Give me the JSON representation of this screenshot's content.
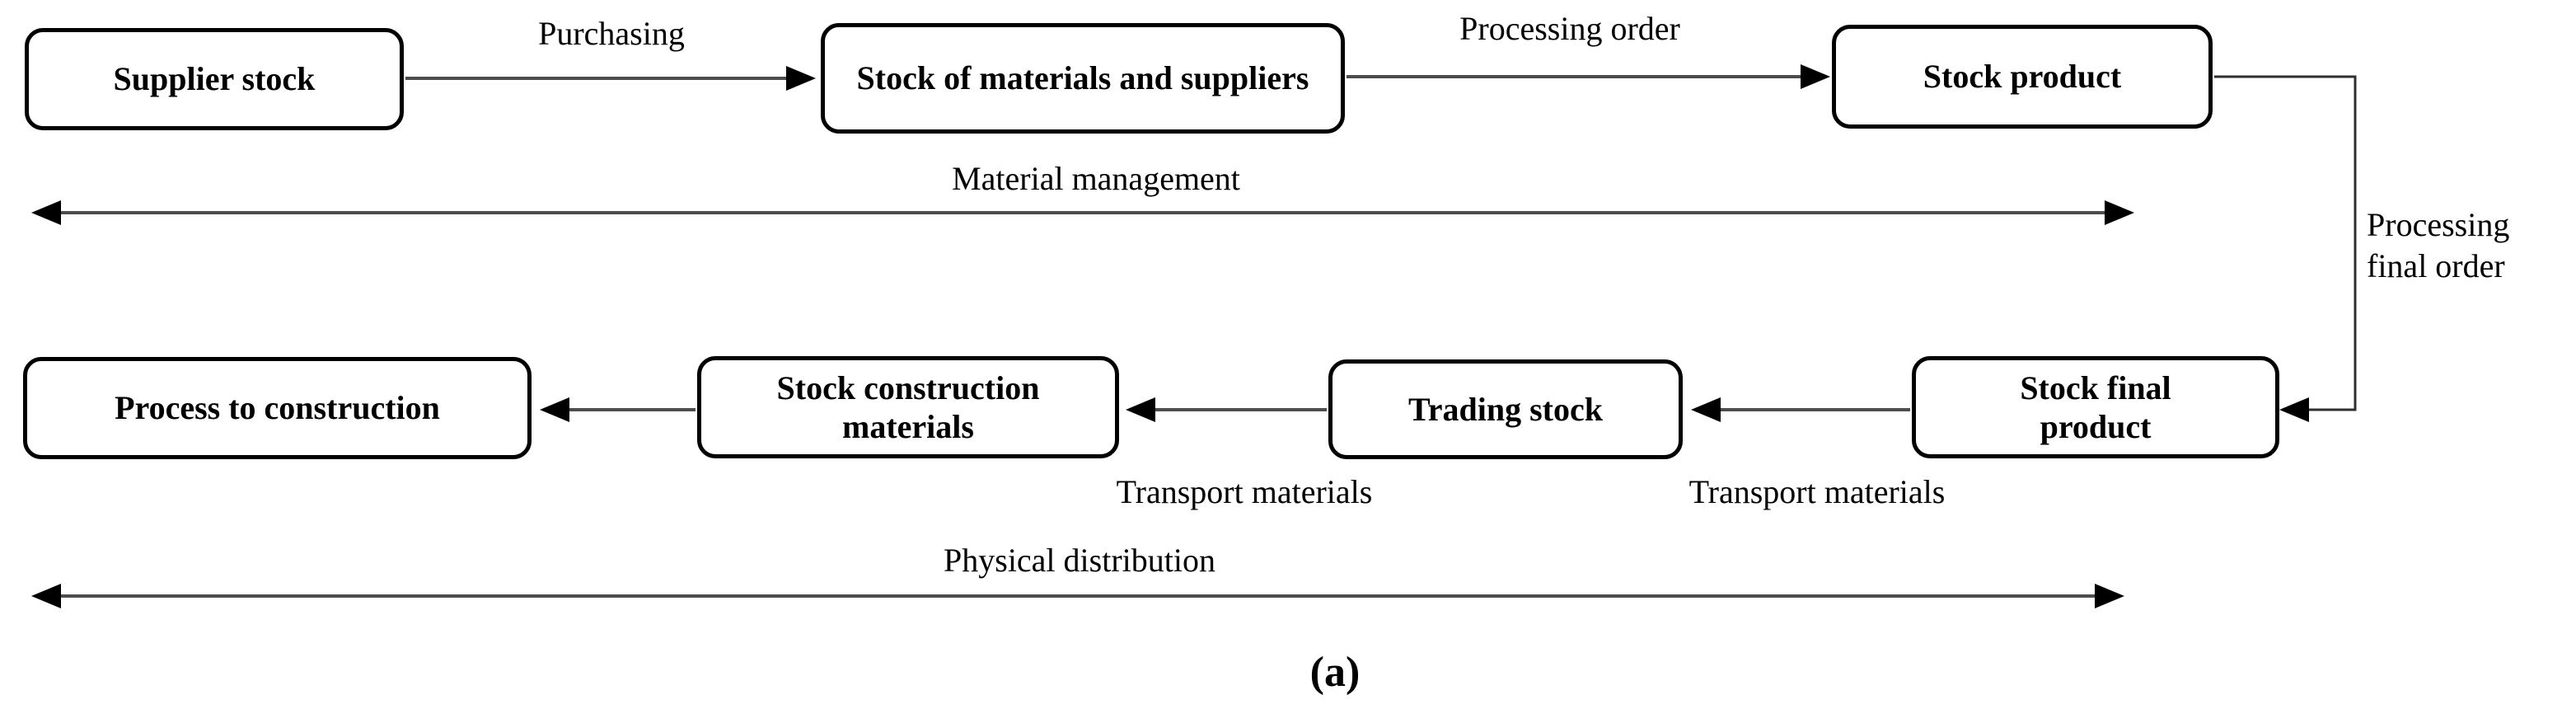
{
  "figure": {
    "caption": "(a)",
    "background": "#ffffff"
  },
  "nodes": {
    "supplierStock": {
      "label": "Supplier stock"
    },
    "stockMaterialsSuppliers": {
      "label": "Stock of materials and suppliers"
    },
    "stockProduct": {
      "label": "Stock product"
    },
    "stockFinalProduct": {
      "label": "Stock final product"
    },
    "tradingStock": {
      "label": "Trading stock"
    },
    "stockConstructionMaterials": {
      "label": "Stock construction materials"
    },
    "processToConstruction": {
      "label": "Process to construction"
    }
  },
  "edgeLabels": {
    "purchasing": "Purchasing",
    "processingOrder": "Processing order",
    "processingFinalOrder": "Processing final order",
    "materialManagement": "Material management",
    "transportMaterials1": "Transport materials",
    "transportMaterials2": "Transport materials",
    "physicalDistribution": "Physical distribution"
  },
  "colors": {
    "text": "#000000",
    "boxBorder": "#000000",
    "boxFill": "#ffffff",
    "arrowLine": "#4d4d4d",
    "arrowHead": "#000000"
  }
}
